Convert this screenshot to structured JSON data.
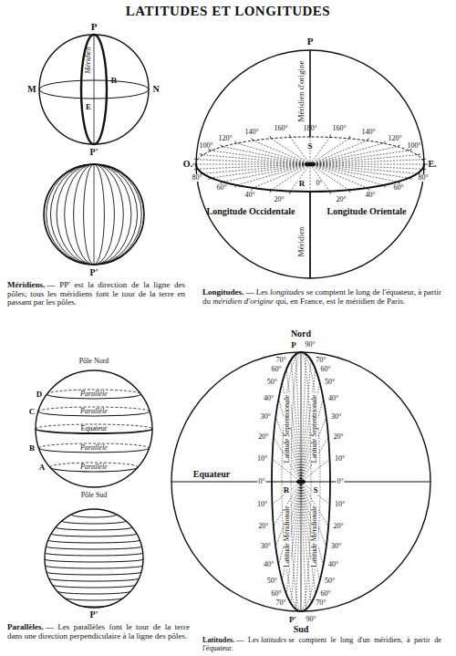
{
  "diagram": {
    "title": "LATITUDES ET LONGITUDES",
    "labels": [
      "P",
      "Méridien",
      "M",
      "R",
      "E",
      "N",
      "P'",
      "P'",
      "Méridiens.",
      "— PP' est la direction de la ligne des pôles; tous les méridiens font le tour de la terre en passant par les pôles.",
      "Pôle Nord",
      "D",
      "Parallèle",
      "C",
      "Parallèle",
      "Equateur",
      "B",
      "Parallèle",
      "A",
      "Parallèle",
      "Pôle Sud",
      "P'",
      "Parallèles.",
      "— Les parallèles font le tour de la terre dans une direction perpendiculaire à la ligne des pôles.",
      "P",
      "Méridien d'origine",
      "180°",
      "S",
      "100°",
      "120°",
      "140°",
      "160°",
      "160°",
      "140°",
      "120°",
      "100°",
      "O.",
      "E.",
      "80°",
      "60°",
      "40°",
      "20°",
      "R",
      "0°",
      "20°",
      "40°",
      "60°",
      "80°",
      "Longitude Occidentale",
      "Longitude Orientale",
      "Méridien",
      "Longitudes.",
      "— Les",
      "longitudes",
      "se comptent le long de l'équateur, à partir du",
      "méridien d'origine",
      "qui, en France, est le méridien de Paris.",
      "Nord",
      "P",
      "90°",
      "Equateur",
      "R",
      "S",
      "0°",
      "0°",
      "10°",
      "20°",
      "30°",
      "40°",
      "50°",
      "60°",
      "70°",
      "10°",
      "20°",
      "30°",
      "40°",
      "50°",
      "60°",
      "70°",
      "10°",
      "20°",
      "30°",
      "40°",
      "50°",
      "60°",
      "70°",
      "10°",
      "20°",
      "30°",
      "40°",
      "50°",
      "60°",
      "70°",
      "P'",
      "90°",
      "Sud",
      "Latitude Septentrionale",
      "Latitude Septentrionale",
      "Latitude Méridionale",
      "Latitude Méridionale",
      "Latitudes.",
      "— Les",
      "latitudes",
      "se comptent le long d'un méridien, à partir de l'équateur."
    ]
  }
}
